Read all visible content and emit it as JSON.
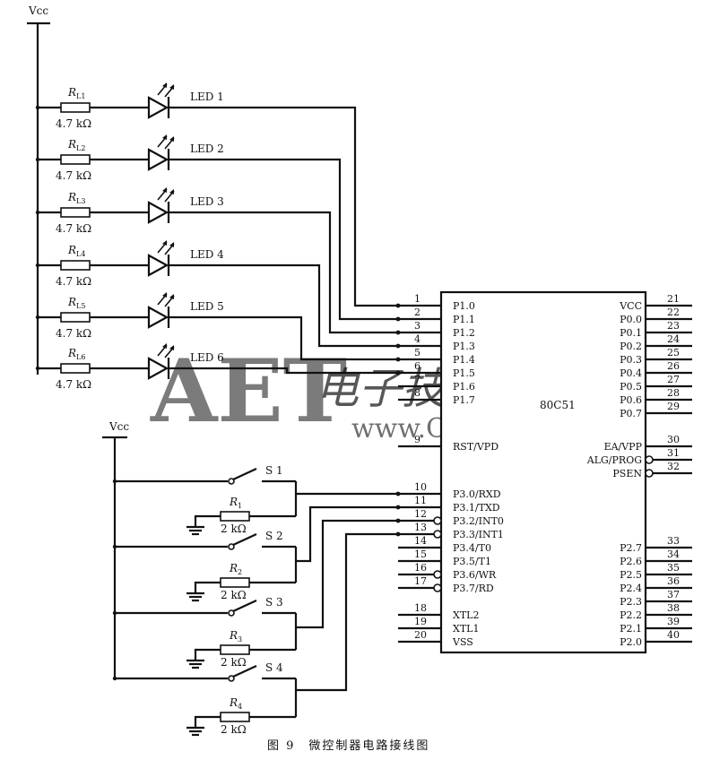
{
  "supply": {
    "vcc_top": "Vcc",
    "vcc_switch": "Vcc"
  },
  "led_branches": [
    {
      "r_name": "R",
      "r_sub": "L1",
      "r_value": "4.7 kΩ",
      "led": "LED 1"
    },
    {
      "r_name": "R",
      "r_sub": "L2",
      "r_value": "4.7 kΩ",
      "led": "LED 2"
    },
    {
      "r_name": "R",
      "r_sub": "L3",
      "r_value": "4.7 kΩ",
      "led": "LED 3"
    },
    {
      "r_name": "R",
      "r_sub": "L4",
      "r_value": "4.7 kΩ",
      "led": "LED 4"
    },
    {
      "r_name": "R",
      "r_sub": "L5",
      "r_value": "4.7 kΩ",
      "led": "LED 5"
    },
    {
      "r_name": "R",
      "r_sub": "L6",
      "r_value": "4.7 kΩ",
      "led": "LED 6"
    }
  ],
  "switch_branches": [
    {
      "switch": "S 1",
      "r_name": "R",
      "r_sub": "1",
      "r_value": "2 kΩ"
    },
    {
      "switch": "S 2",
      "r_name": "R",
      "r_sub": "2",
      "r_value": "2 kΩ"
    },
    {
      "switch": "S 3",
      "r_name": "R",
      "r_sub": "3",
      "r_value": "2 kΩ"
    },
    {
      "switch": "S 4",
      "r_name": "R",
      "r_sub": "4",
      "r_value": "2 kΩ"
    }
  ],
  "chip": {
    "name": "80C51",
    "left_pins": [
      {
        "num": "1",
        "label": "P1.0"
      },
      {
        "num": "2",
        "label": "P1.1"
      },
      {
        "num": "3",
        "label": "P1.2"
      },
      {
        "num": "4",
        "label": "P1.3"
      },
      {
        "num": "5",
        "label": "P1.4"
      },
      {
        "num": "6",
        "label": "P1.5"
      },
      {
        "num": "7",
        "label": "P1.6"
      },
      {
        "num": "8",
        "label": "P1.7"
      },
      {
        "num": "9",
        "label": "RST/VPD"
      },
      {
        "num": "10",
        "label": "P3.0/RXD"
      },
      {
        "num": "11",
        "label": "P3.1/TXD"
      },
      {
        "num": "12",
        "label": "P3.2/INT0"
      },
      {
        "num": "13",
        "label": "P3.3/INT1"
      },
      {
        "num": "14",
        "label": "P3.4/T0"
      },
      {
        "num": "15",
        "label": "P3.5/T1"
      },
      {
        "num": "16",
        "label": "P3.6/WR"
      },
      {
        "num": "17",
        "label": "P3.7/RD"
      },
      {
        "num": "18",
        "label": "XTL2"
      },
      {
        "num": "19",
        "label": "XTL1"
      },
      {
        "num": "20",
        "label": "VSS"
      }
    ],
    "right_pins": [
      {
        "num": "21",
        "label": "VCC"
      },
      {
        "num": "22",
        "label": "P0.0"
      },
      {
        "num": "23",
        "label": "P0.1"
      },
      {
        "num": "24",
        "label": "P0.2"
      },
      {
        "num": "25",
        "label": "P0.3"
      },
      {
        "num": "26",
        "label": "P0.4"
      },
      {
        "num": "27",
        "label": "P0.5"
      },
      {
        "num": "28",
        "label": "P0.6"
      },
      {
        "num": "29",
        "label": "P0.7"
      },
      {
        "num": "30",
        "label": "EA/VPP"
      },
      {
        "num": "31",
        "label": "ALG/PROG"
      },
      {
        "num": "32",
        "label": "PSEN"
      },
      {
        "num": "33",
        "label": "P2.7"
      },
      {
        "num": "34",
        "label": "P2.6"
      },
      {
        "num": "35",
        "label": "P2.5"
      },
      {
        "num": "36",
        "label": "P2.4"
      },
      {
        "num": "37",
        "label": "P2.3"
      },
      {
        "num": "38",
        "label": "P2.2"
      },
      {
        "num": "39",
        "label": "P2.1"
      },
      {
        "num": "40",
        "label": "P2.0"
      }
    ]
  },
  "watermark": {
    "logo": "AET",
    "url": "www.ChinaAET.com",
    "cn": "电子技术应用"
  },
  "caption": "图 9　微控制器电路接线图"
}
